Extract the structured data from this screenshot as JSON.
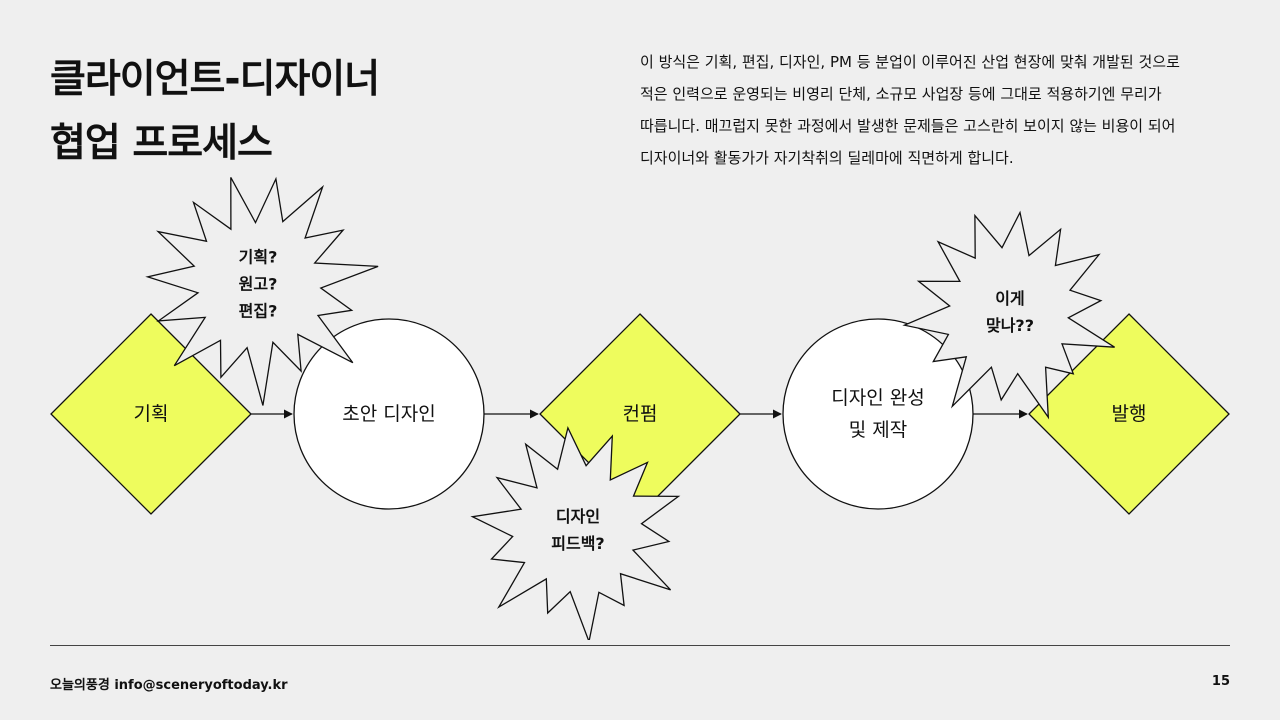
{
  "title": {
    "line1": "클라이언트-디자이너",
    "line2": "협업 프로세스"
  },
  "description": [
    "이 방식은 기획, 편집, 디자인, PM 등 분업이 이루어진 산업 현장에 맞춰 개발된 것으로",
    "적은 인력으로 운영되는 비영리 단체, 소규모 사업장 등에 그대로 적용하기엔 무리가",
    "따릅니다. 매끄럽지 못한 과정에서 발생한 문제들은 고스란히 보이지 않는 비용이 되어",
    "디자이너와 활동가가 자기착취의 딜레마에 직면하게 합니다."
  ],
  "flow": {
    "accent_color": "#eefc5d",
    "circle_color": "#ffffff",
    "stroke_color": "#111111",
    "steps": [
      {
        "shape": "diamond",
        "lines": [
          "기획"
        ]
      },
      {
        "shape": "circle",
        "lines": [
          "초안 디자인"
        ]
      },
      {
        "shape": "diamond",
        "lines": [
          "컨펌"
        ]
      },
      {
        "shape": "circle",
        "lines": [
          "디자인 완성",
          "및 제작"
        ]
      },
      {
        "shape": "diamond",
        "lines": [
          "발행"
        ]
      }
    ],
    "bursts": [
      {
        "lines": [
          "기획?",
          "원고?",
          "편집?"
        ]
      },
      {
        "lines": [
          "디자인",
          "피드백?"
        ]
      },
      {
        "lines": [
          "이게",
          "맞나??"
        ]
      }
    ]
  },
  "footer": {
    "left": "오늘의풍경 info@sceneryoftoday.kr",
    "page": "15"
  }
}
